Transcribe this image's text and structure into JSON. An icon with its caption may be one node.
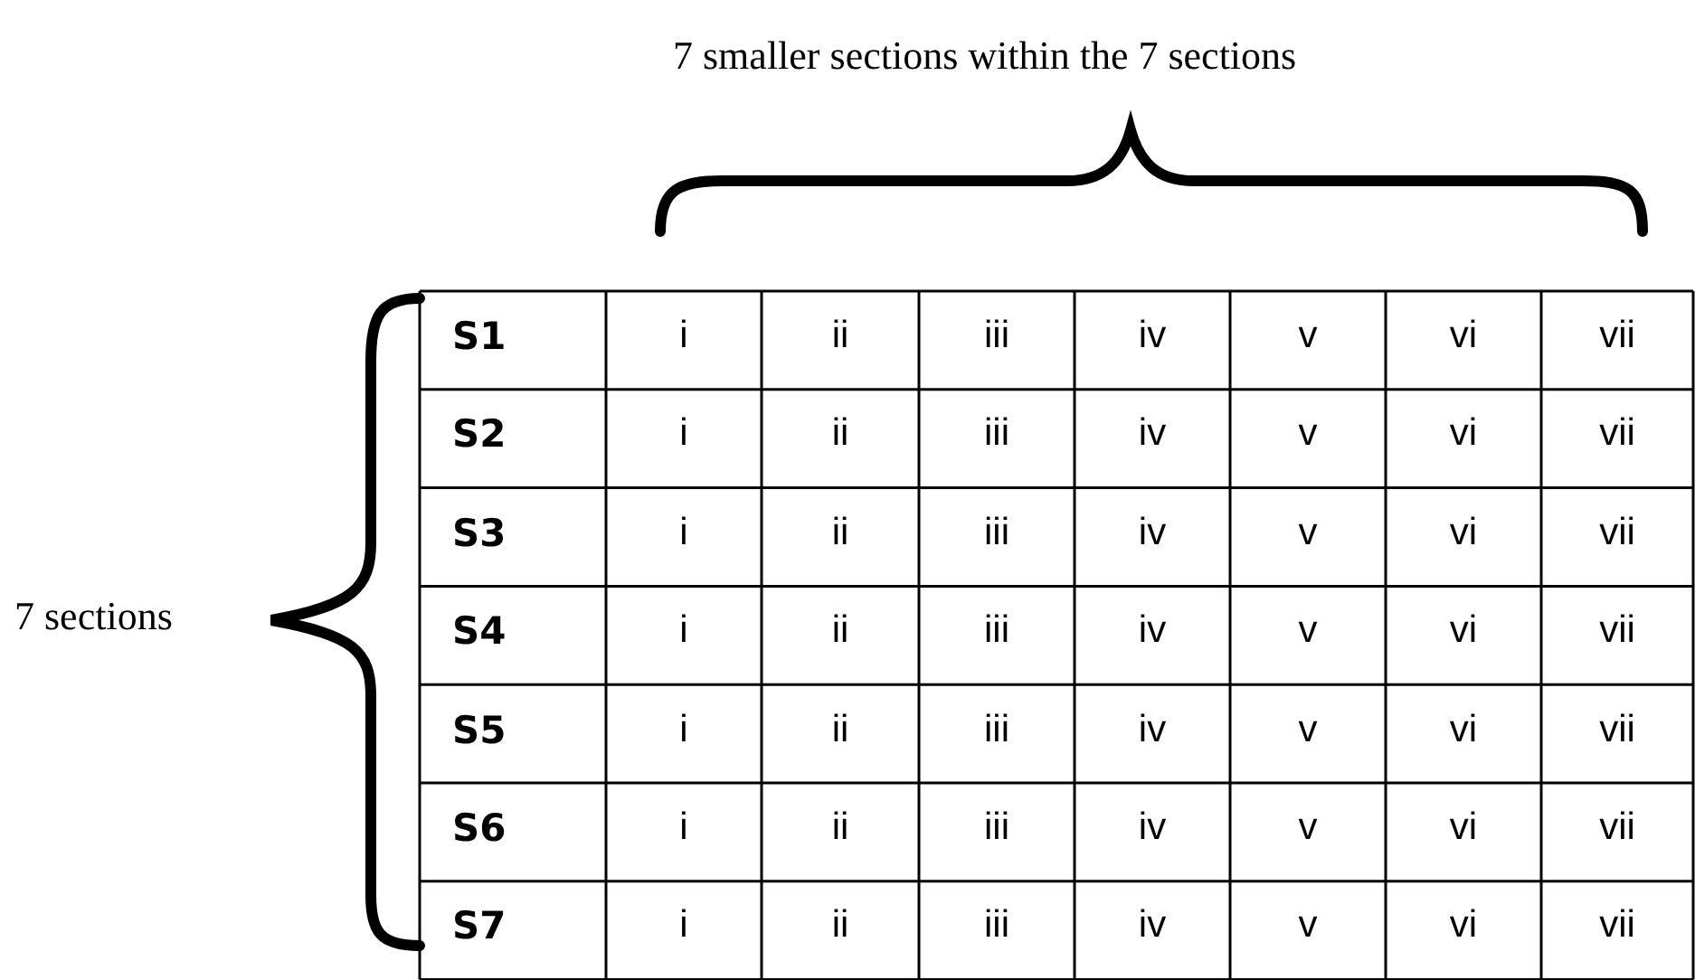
{
  "diagram": {
    "labels": [
      "7 smaller sections within the 7 sections",
      "7 sections",
      "S1",
      "i",
      "ii",
      "iii",
      "iv",
      "v",
      "vi",
      "vii",
      "S2",
      "i",
      "ii",
      "iii",
      "iv",
      "v",
      "vi",
      "vii",
      "S3",
      "i",
      "ii",
      "iii",
      "iv",
      "v",
      "vi",
      "vii",
      "S4",
      "i",
      "ii",
      "iii",
      "iv",
      "v",
      "vi",
      "vii",
      "S5",
      "i",
      "ii",
      "iii",
      "iv",
      "v",
      "vi",
      "vii",
      "S6",
      "i",
      "ii",
      "iii",
      "iv",
      "v",
      "vi",
      "vii",
      "S7",
      "i",
      "ii",
      "iii",
      "iv",
      "v",
      "vi",
      "vii"
    ]
  }
}
